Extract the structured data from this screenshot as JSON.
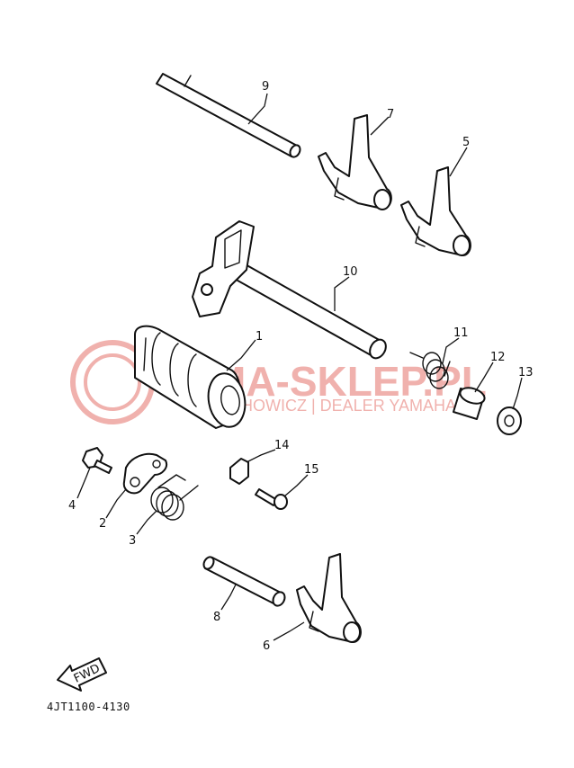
{
  "diagram": {
    "callouts": [
      "1",
      "2",
      "3",
      "4",
      "5",
      "6",
      "7",
      "8",
      "9",
      "10",
      "11",
      "12",
      "13",
      "14",
      "15"
    ],
    "fwd_label": "FWD",
    "catalog_code": "4JT1100-4130"
  },
  "watermark": {
    "title": "MA-SKLEP.PL",
    "subtitle": "CHOWICZ | DEALER YAMAHA",
    "color": "#d9342b"
  }
}
